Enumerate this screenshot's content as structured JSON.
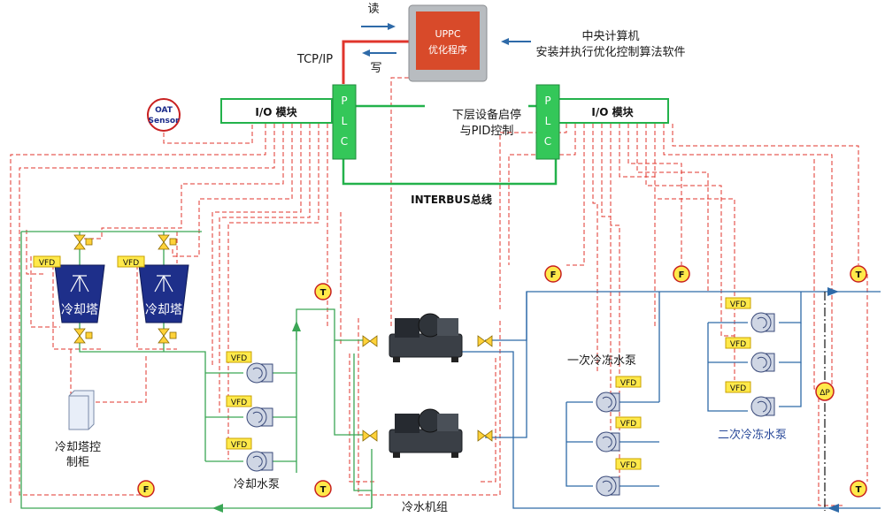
{
  "uppc": {
    "line1": "UPPC",
    "line2": "优化程序"
  },
  "labels": {
    "read": "读",
    "write": "写",
    "tcpip": "TCP/IP",
    "central_line1": "中央计算机",
    "central_line2": "安装并执行优化控制算法软件",
    "io_module": "I/O 模块",
    "plc": "PLC",
    "lower_line1": "下层设备启停",
    "lower_line2": "与PID控制",
    "interbus": "INTERBUS总线",
    "oat_line1": "OAT",
    "oat_line2": "Sensor",
    "vfd": "VFD",
    "tower": "冷却塔",
    "tower_cabinet_line1": "冷却塔控",
    "tower_cabinet_line2": "制柜",
    "cooling_pump": "冷却水泵",
    "chiller_group": "冷水机组",
    "primary_pump": "一次冷冻水泵",
    "secondary_pump": "二次冷冻水泵",
    "sensor_T": "T",
    "sensor_F": "F",
    "sensor_dp": "ΔP"
  },
  "colors": {
    "signal": "#e0352c",
    "bus": "#23b24b",
    "cooling_water": "#3aa655",
    "chilled_water": "#2e6aa8",
    "vfd_fill": "#ffe94a",
    "plc_fill": "#34c759"
  }
}
